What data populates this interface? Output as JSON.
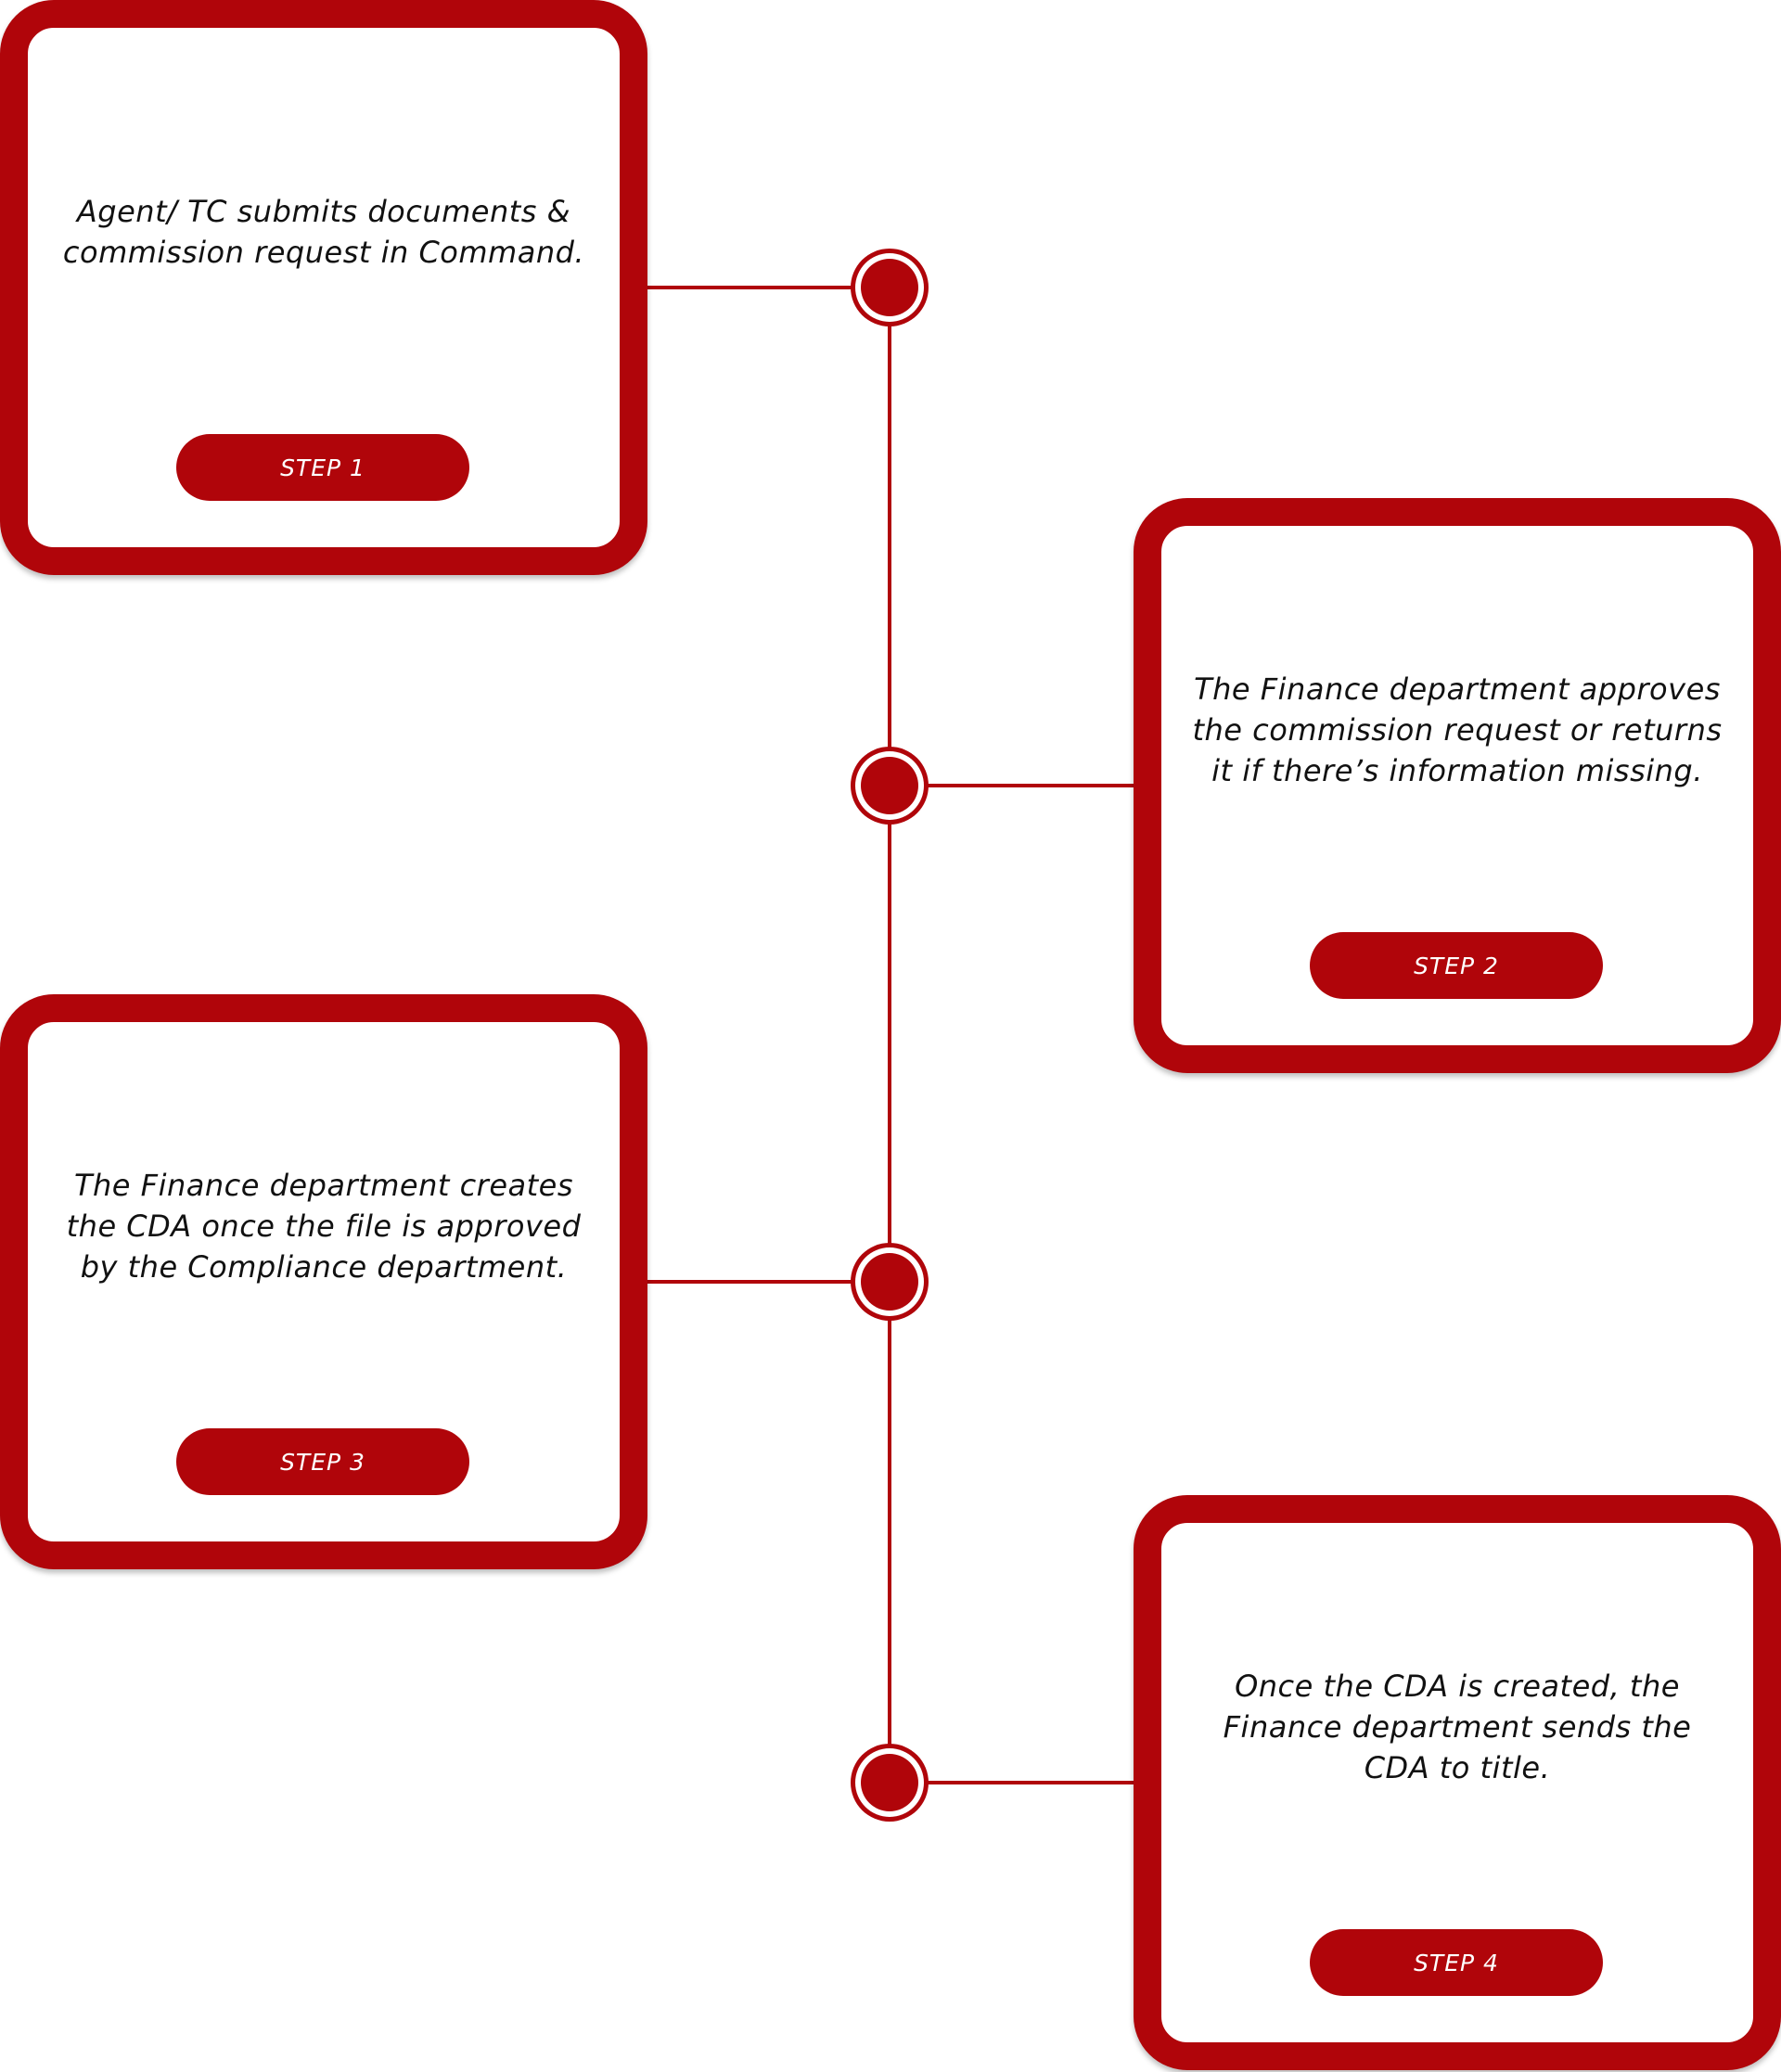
{
  "colors": {
    "accent": "#b0050a",
    "background": "#ffffff",
    "text": "#111111"
  },
  "steps": [
    {
      "label": "STEP 1",
      "text": "Agent/ TC submits documents & commission request in Command."
    },
    {
      "label": "STEP 2",
      "text": "The Finance department approves the commission request or returns it if there’s information missing."
    },
    {
      "label": "STEP 3",
      "text": "The Finance department creates the CDA once the file is approved by the Compliance department."
    },
    {
      "label": "STEP 4",
      "text": "Once the CDA is created, the Finance department sends the CDA to title."
    }
  ]
}
